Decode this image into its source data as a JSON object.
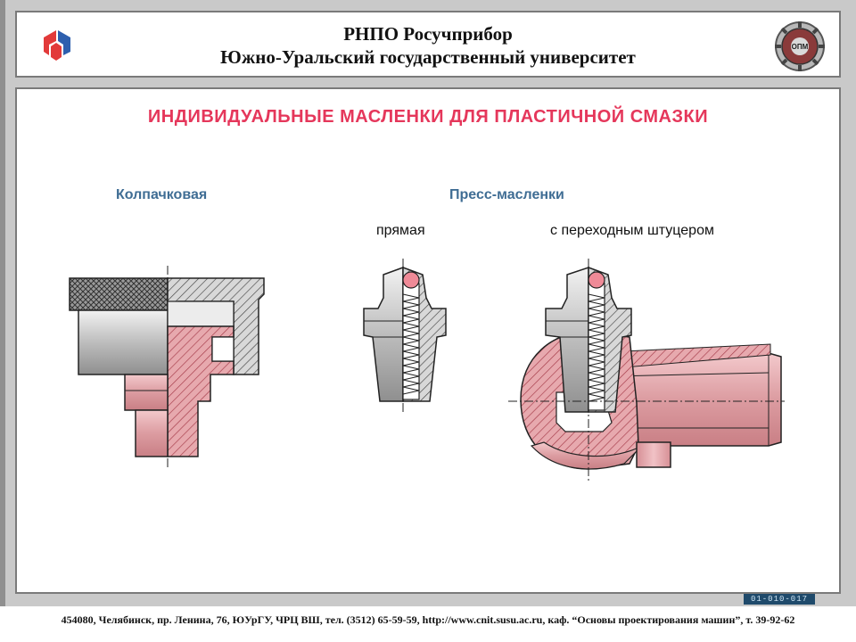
{
  "header": {
    "line1": "РНПО Росучприбор",
    "line2": "Южно-Уральский государственный университет",
    "emblem_text": "ОПМ"
  },
  "main": {
    "title": "ИНДИВИДУАЛЬНЫЕ МАСЛЕНКИ ДЛЯ ПЛАСТИЧНОЙ СМАЗКИ",
    "section_cap": "Колпачковая",
    "section_press": "Пресс-масленки",
    "sub_straight": "прямая",
    "sub_adapter": "с переходным штуцером"
  },
  "badge": "01-010-017",
  "footer": "454080, Челябинск, пр. Ленина, 76, ЮУрГУ, ЧРЦ ВШ, тел. (3512) 65-59-59, http://www.cnit.susu.ac.ru, каф. “Основы проектирования машин”, т. 39-92-62",
  "colors": {
    "title": "#e5375b",
    "section": "#3f6d94",
    "section_fill": "#e7a9ae",
    "body_fill": "#d8d8d8",
    "hatch": "#a53a48"
  }
}
